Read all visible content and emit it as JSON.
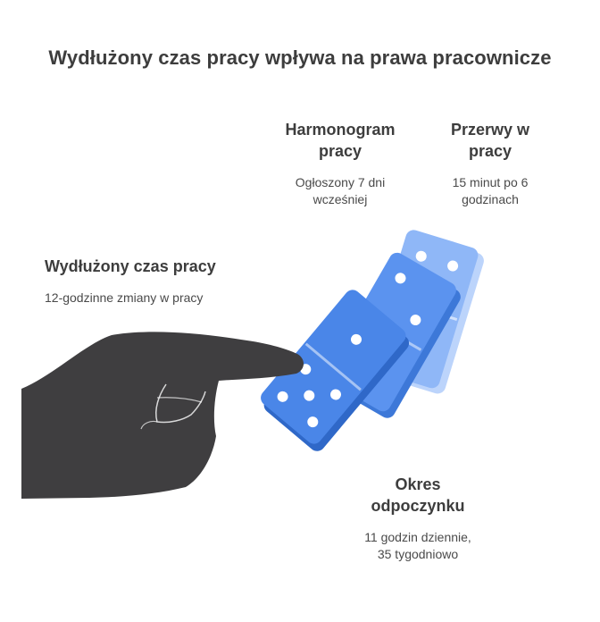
{
  "title": "Wydłużony czas pracy wpływa na prawa pracownicze",
  "blocks": {
    "harmonogram": {
      "head_l1": "Harmonogram",
      "head_l2": "pracy",
      "desc_l1": "Ogłoszony 7 dni",
      "desc_l2": "wcześniej"
    },
    "przerwy": {
      "head_l1": "Przerwy w",
      "head_l2": "pracy",
      "desc_l1": "15 minut po 6",
      "desc_l2": "godzinach"
    },
    "wydluzony": {
      "head": "Wydłużony czas pracy",
      "desc": "12-godzinne zmiany w pracy"
    },
    "okres": {
      "head_l1": "Okres",
      "head_l2": "odpoczynku",
      "desc_l1": "11 godzin dziennie,",
      "desc_l2": "35 tygodniowo"
    }
  },
  "colors": {
    "hand": "#3f3e40",
    "domino_front": "#4a86e8",
    "domino_mid": "#5b93ef",
    "domino_back": "#8fb7f7",
    "text": "#3d3d3d"
  },
  "icons": [
    "hand-icon",
    "domino-icon"
  ]
}
